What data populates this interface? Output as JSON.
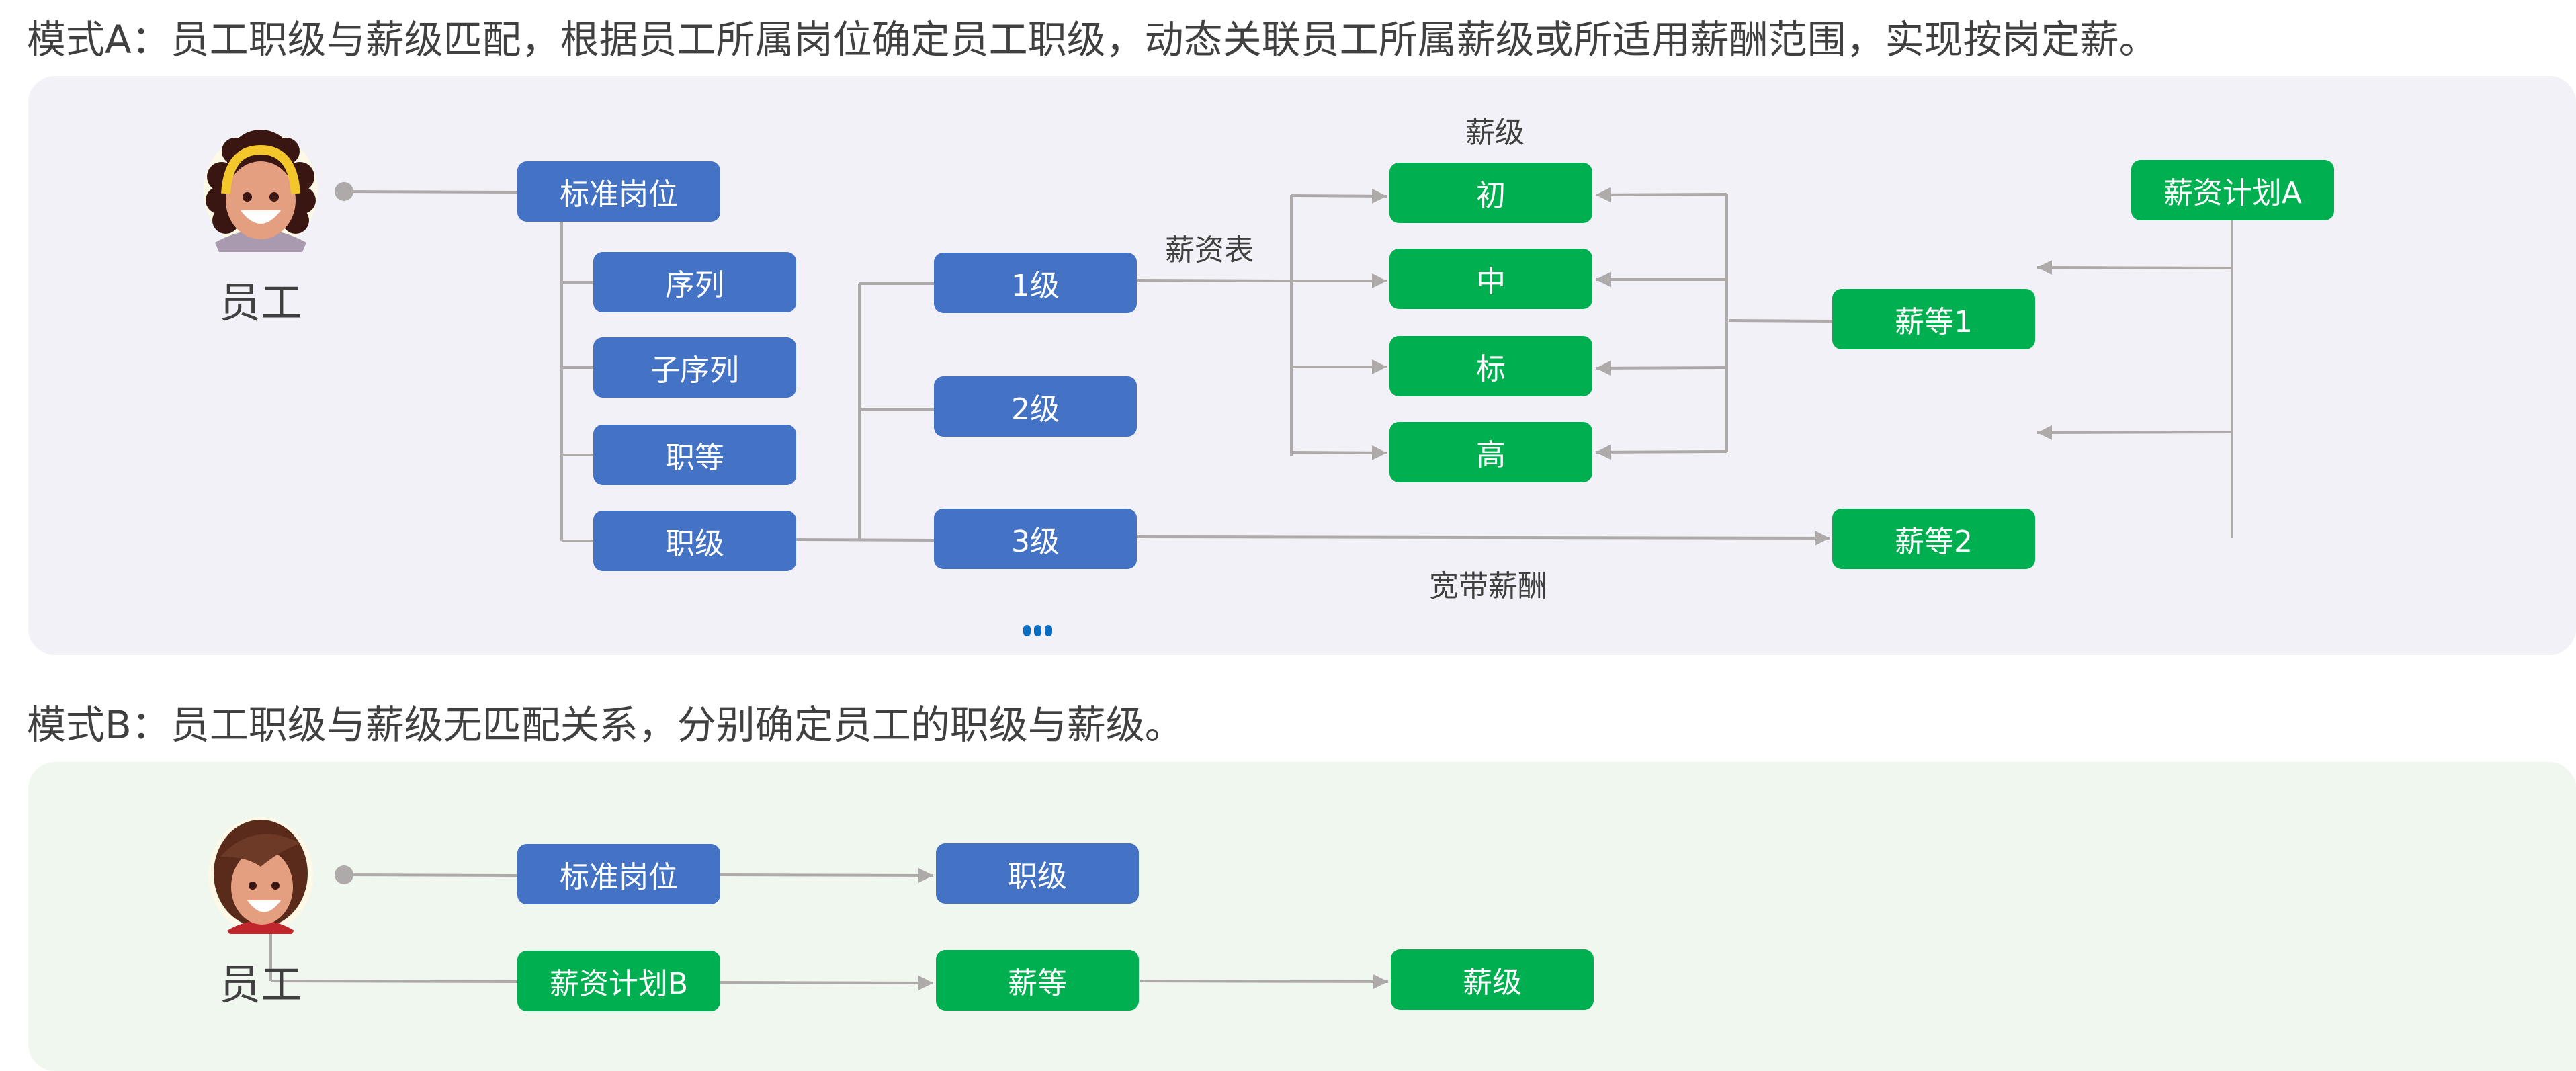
{
  "mode_a": {
    "title": "模式A：员工职级与薪级匹配，根据员工所属岗位确定员工职级，动态关联员工所属薪级或所适用薪酬范围，实现按岗定薪。",
    "employee_label": "员工",
    "nodes": {
      "standard_position": "标准岗位",
      "sequence": "序列",
      "sub_sequence": "子序列",
      "job_grade": "职等",
      "job_level": "职级",
      "level_1": "1级",
      "level_2": "2级",
      "level_3": "3级",
      "salary_step_junior": "初",
      "salary_step_middle": "中",
      "salary_step_standard": "标",
      "salary_step_senior": "高",
      "salary_plan": "薪资计划A",
      "salary_grade_1": "薪等1",
      "salary_grade_2": "薪等2"
    },
    "labels": {
      "salary_level": "薪级",
      "salary_table": "薪资表",
      "broadband_pay": "宽带薪酬",
      "more": "..."
    }
  },
  "mode_b": {
    "title": "模式B：员工职级与薪级无匹配关系，分别确定员工的职级与薪级。",
    "employee_label": "员工",
    "nodes": {
      "standard_position": "标准岗位",
      "job_level": "职级",
      "salary_plan": "薪资计划B",
      "salary_grade": "薪等",
      "salary_level": "薪级"
    }
  },
  "colors": {
    "blue_node": "#4472c4",
    "green_node": "#00b050",
    "connector": "#aeaaaa",
    "panel_a_bg": "#f1f1f7",
    "panel_b_bg": "#eff7ee",
    "text": "#404040",
    "dots": "#0a6fc2"
  }
}
